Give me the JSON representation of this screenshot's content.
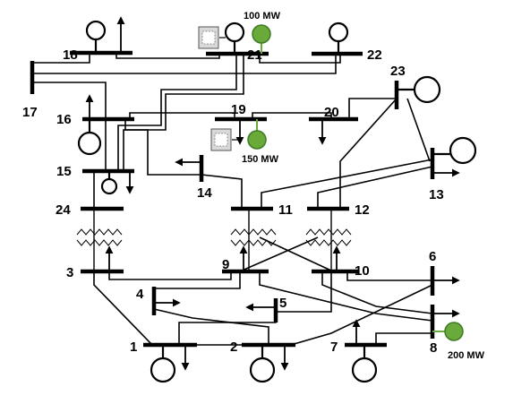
{
  "buses": {
    "b1": "1",
    "b2": "2",
    "b3": "3",
    "b4": "4",
    "b5": "5",
    "b6": "6",
    "b7": "7",
    "b8": "8",
    "b9": "9",
    "b10": "10",
    "b11": "11",
    "b12": "12",
    "b13": "13",
    "b14": "14",
    "b15": "15",
    "b16": "16",
    "b17": "17",
    "b18": "18",
    "b19": "19",
    "b20": "20",
    "b21": "21",
    "b22": "22",
    "b23": "23",
    "b24": "24"
  },
  "renewables": {
    "wind_bus21": "100 MW",
    "wind_bus19": "150 MW",
    "wind_bus8": "200 MW"
  },
  "colors": {
    "line": "#000000",
    "wind_fill": "#6aaa3a",
    "wind_stroke": "#3d7a25",
    "storage_fill": "#d9d9d9"
  }
}
